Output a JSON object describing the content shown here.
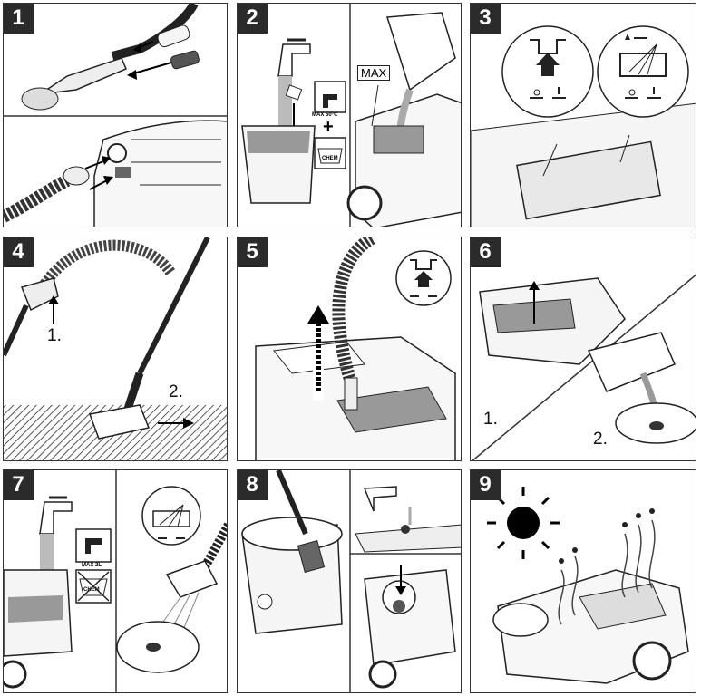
{
  "steps": {
    "s1": {
      "number": "1"
    },
    "s2": {
      "number": "2",
      "max_label": "MAX",
      "temp_label": "MAX 50°C",
      "chem_label": "CHEM"
    },
    "s3": {
      "number": "3"
    },
    "s4": {
      "number": "4",
      "sub1": "1.",
      "sub2": "2."
    },
    "s5": {
      "number": "5"
    },
    "s6": {
      "number": "6",
      "sub1": "1.",
      "sub2": "2."
    },
    "s7": {
      "number": "7",
      "volume_label": "MAX 2L",
      "chem_label": "CHEM"
    },
    "s8": {
      "number": "8"
    },
    "s9": {
      "number": "9"
    }
  },
  "colors": {
    "frame": "#333333",
    "label_bg": "#2b2b2b",
    "liquid": "#9a9a9a",
    "floor": "#555555"
  }
}
